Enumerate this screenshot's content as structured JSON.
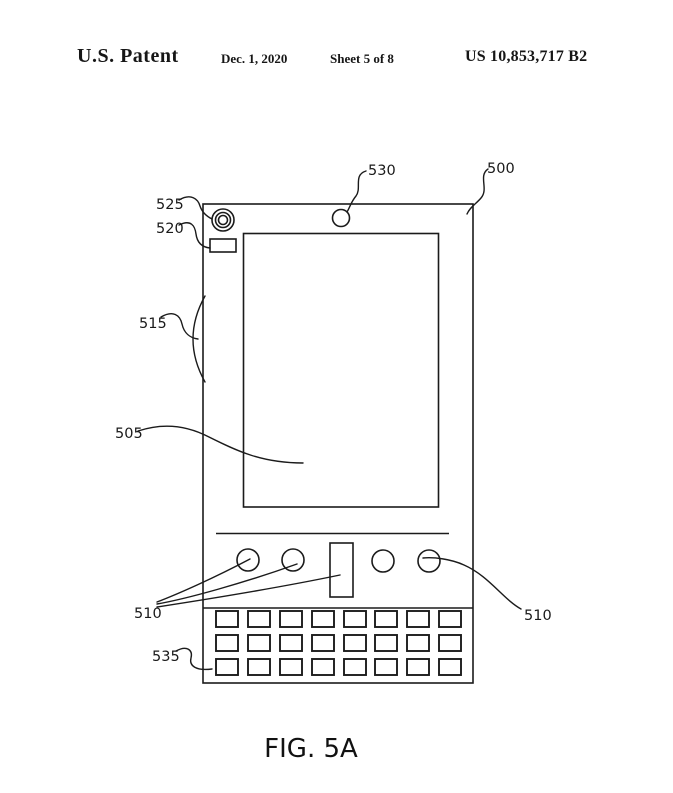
{
  "header": {
    "title": "U.S. Patent",
    "date": "Dec. 1, 2020",
    "sheet": "Sheet 5 of 8",
    "patent_number": "US 10,853,717 B2"
  },
  "figure": {
    "caption": "FIG. 5A",
    "labels": {
      "device": "500",
      "display": "505",
      "buttons_left": "510",
      "buttons_right": "510",
      "side": "515",
      "sensor": "520",
      "rear_camera": "525",
      "front_camera": "530",
      "keyboard": "535"
    }
  }
}
